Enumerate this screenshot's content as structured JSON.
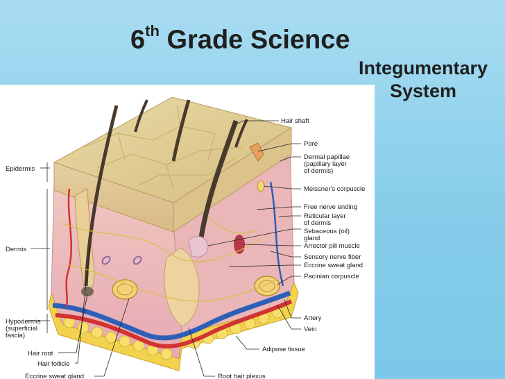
{
  "title": {
    "main": "6",
    "sup": "th",
    "rest": " Grade Science"
  },
  "subtitle": {
    "line1": "Integumentary",
    "line2": "System"
  },
  "diagram": {
    "left_labels": {
      "epidermis": "Epidermis",
      "dermis": "Dermis",
      "hypodermis_1": "Hypodermis",
      "hypodermis_2": "(superficial",
      "hypodermis_3": "fascia)",
      "hair_root": "Hair root",
      "hair_follicle": "Hair follicle",
      "eccrine_bottom": "Eccrine sweat gland"
    },
    "right_labels": {
      "hair_shaft": "Hair shaft",
      "pore": "Pore",
      "dermal_papillae_1": "Dermal papillae",
      "dermal_papillae_2": "(papillary layer",
      "dermal_papillae_3": "of dermis)",
      "meissner": "Meissner's corpuscle",
      "free_nerve": "Free nerve ending",
      "reticular_1": "Reticular layer",
      "reticular_2": "of dermis",
      "sebaceous_1": "Sebaceous (oil)",
      "sebaceous_2": "gland",
      "arrector": "Arrector pili muscle",
      "sensory": "Sensory nerve fiber",
      "eccrine": "Eccrine sweat gland",
      "pacinian": "Pacinian corpuscle",
      "artery": "Artery",
      "vein": "Vein",
      "adipose": "Adipose tissue",
      "root_plexus": "Root hair plexus"
    }
  }
}
